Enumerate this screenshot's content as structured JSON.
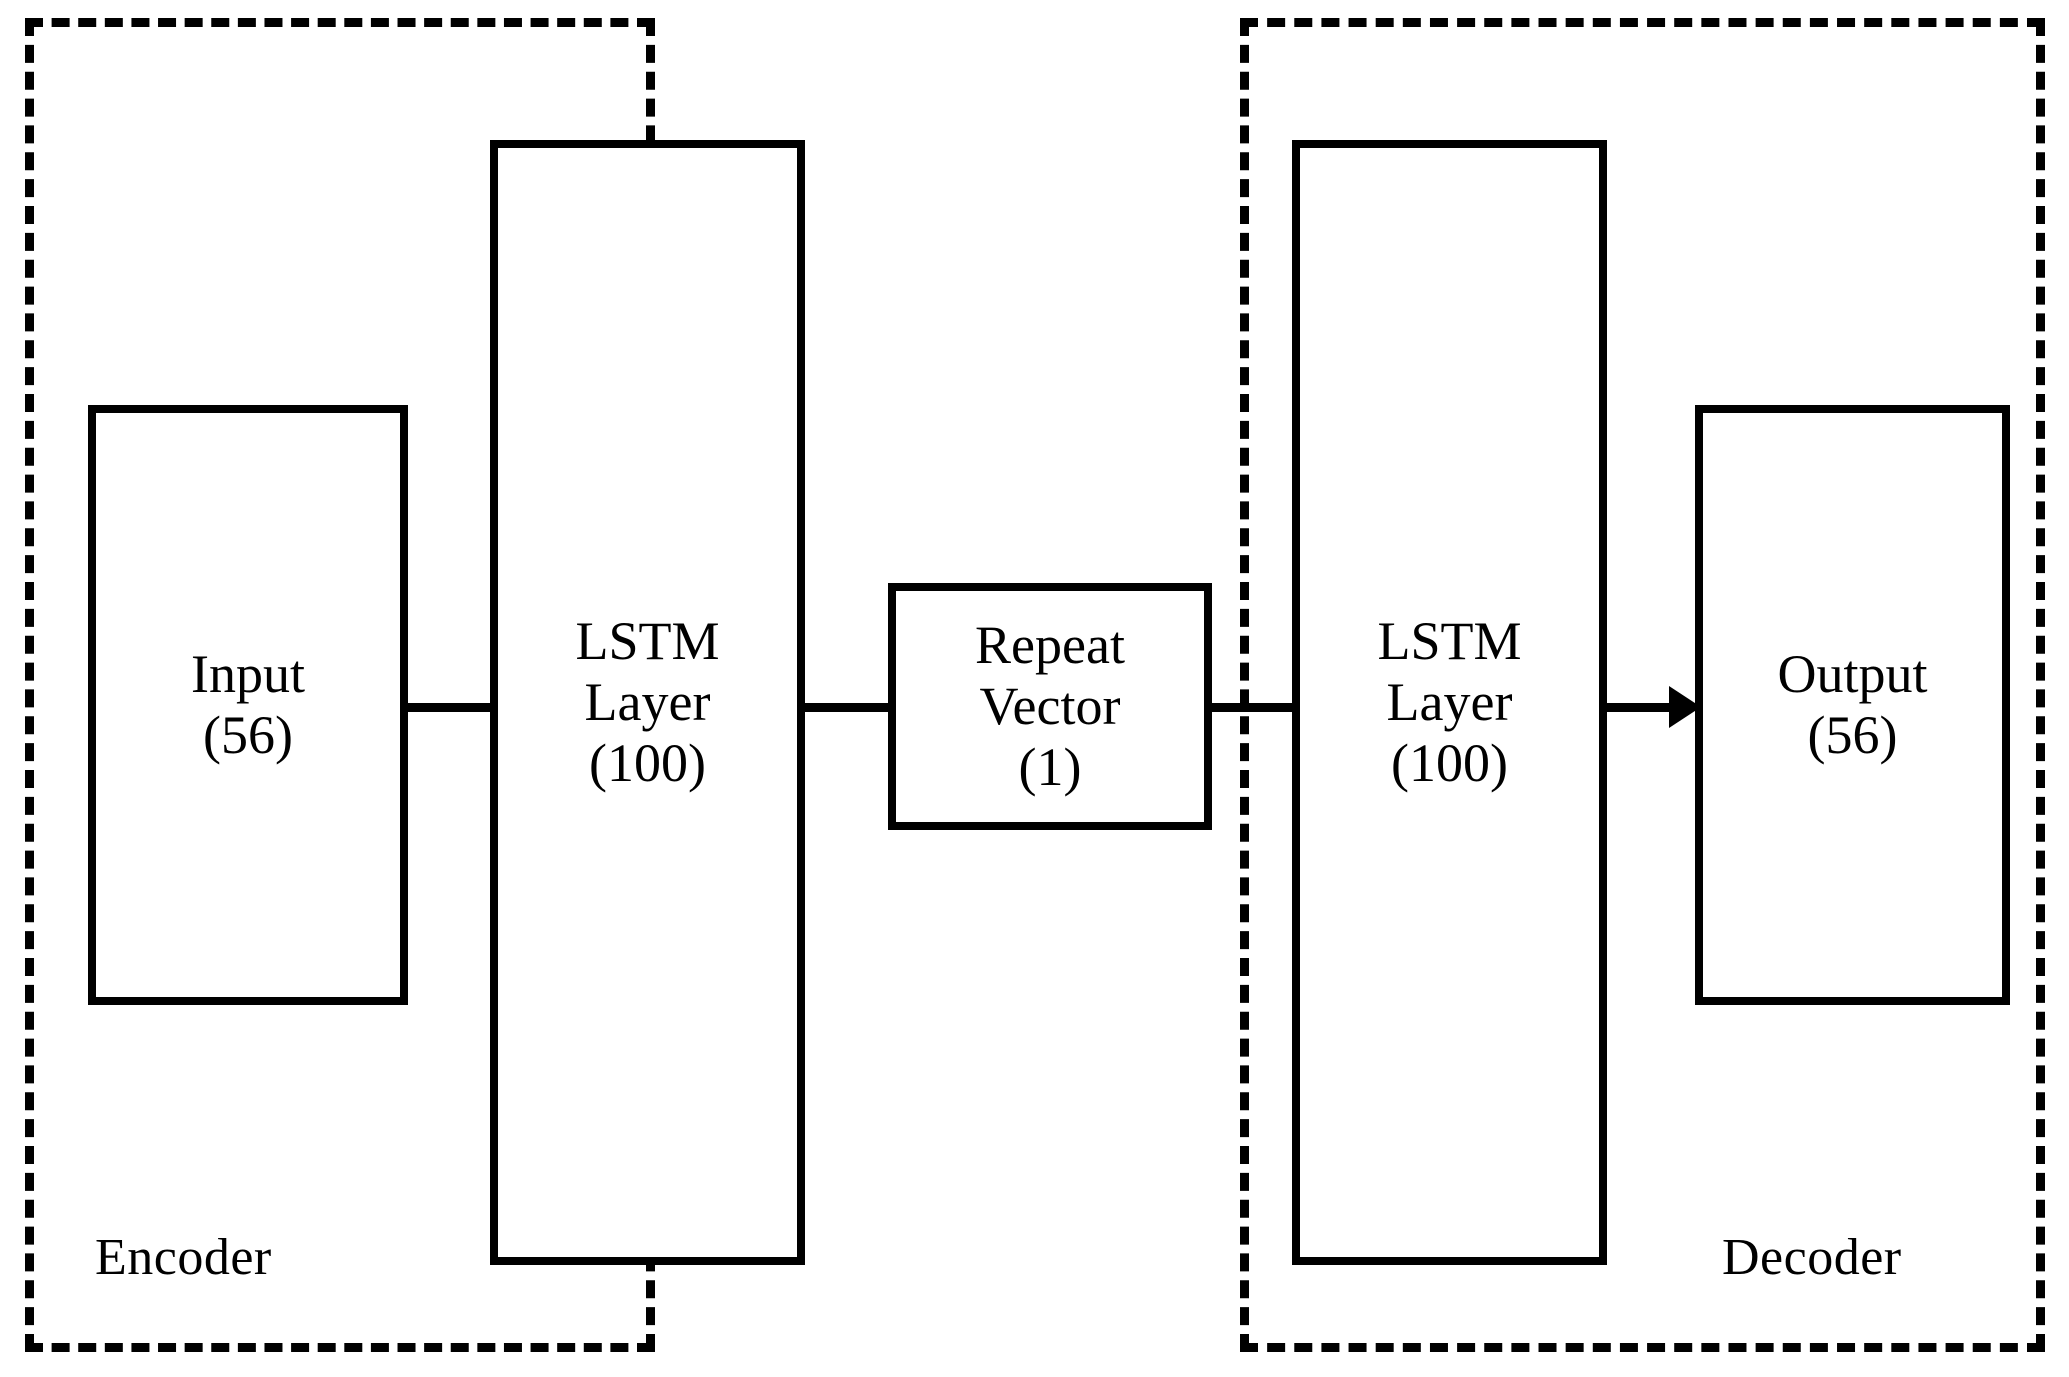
{
  "diagram": {
    "type": "lstm-autoencoder-architecture",
    "groups": [
      {
        "id": "encoder",
        "label": "Encoder"
      },
      {
        "id": "decoder",
        "label": "Decoder"
      }
    ],
    "nodes": [
      {
        "id": "input",
        "name": "Input",
        "size": "(56)",
        "group": "encoder"
      },
      {
        "id": "lstm-encoder",
        "name": "LSTM",
        "name2": "Layer",
        "size": "(100)",
        "group": "encoder"
      },
      {
        "id": "repeat",
        "name": "Repeat",
        "name2": "Vector",
        "size": "(1)",
        "group": "none"
      },
      {
        "id": "lstm-decoder",
        "name": "LSTM",
        "name2": "Layer",
        "size": "(100)",
        "group": "decoder"
      },
      {
        "id": "output",
        "name": "Output",
        "size": "(56)",
        "group": "decoder"
      }
    ],
    "edges": [
      {
        "from": "input",
        "to": "lstm-encoder",
        "arrow": false
      },
      {
        "from": "lstm-encoder",
        "to": "repeat",
        "arrow": false
      },
      {
        "from": "repeat",
        "to": "lstm-decoder",
        "arrow": false
      },
      {
        "from": "lstm-decoder",
        "to": "output",
        "arrow": true
      }
    ],
    "colors": {
      "stroke": "#000000",
      "background": "#ffffff",
      "text": "#000000"
    }
  }
}
